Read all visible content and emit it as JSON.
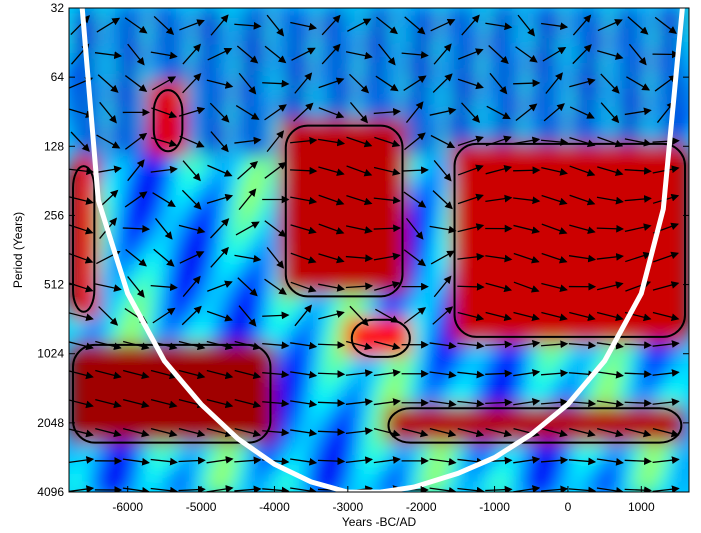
{
  "chart_data": {
    "type": "heatmap",
    "subtype": "wavelet-coherence",
    "xlabel": "Years -BC/AD",
    "ylabel": "Period (Years)",
    "xlim": [
      -6800,
      1650
    ],
    "ylim": [
      32,
      4096
    ],
    "y_scale": "log2",
    "x_ticks": [
      -6000,
      -5000,
      -4000,
      -3000,
      -2000,
      -1000,
      0,
      1000
    ],
    "x_tick_labels": [
      "-6000",
      "-5000",
      "-4000",
      "-3000",
      "-2000",
      "-1000",
      "0",
      "1000"
    ],
    "y_ticks": [
      32,
      64,
      128,
      256,
      512,
      1024,
      2048,
      4096
    ],
    "y_tick_labels": [
      "32",
      "64",
      "128",
      "256",
      "512",
      "1024",
      "2048",
      "4096"
    ],
    "colormap": "jet",
    "colorscale": [
      "#00008f",
      "#0000ff",
      "#00ffff",
      "#ffff00",
      "#ff0000",
      "#800000"
    ],
    "high_regions": [
      {
        "x": [
          -6800,
          -4000
        ],
        "period": [
          900,
          2600
        ],
        "value": 0.95
      },
      {
        "x": [
          -6800,
          -6400
        ],
        "period": [
          150,
          700
        ],
        "value": 0.85
      },
      {
        "x": [
          -3900,
          -2200
        ],
        "period": [
          100,
          600
        ],
        "value": 0.9
      },
      {
        "x": [
          -5700,
          -5200
        ],
        "period": [
          70,
          140
        ],
        "value": 0.85
      },
      {
        "x": [
          -1600,
          1650
        ],
        "period": [
          120,
          900
        ],
        "value": 0.88
      },
      {
        "x": [
          -2500,
          1600
        ],
        "period": [
          1700,
          2600
        ],
        "value": 0.92
      },
      {
        "x": [
          -3000,
          -2100
        ],
        "period": [
          700,
          1100
        ],
        "value": 0.8
      }
    ],
    "cone_of_influence": {
      "x": [
        -6620,
        -6400,
        -6000,
        -5500,
        -5000,
        -4500,
        -4000,
        -3500,
        -3000,
        -2550,
        -2100,
        -1500,
        -1000,
        -500,
        0,
        500,
        1000,
        1300,
        1560
      ],
      "period": [
        32,
        220,
        560,
        1100,
        1700,
        2400,
        3100,
        3700,
        4100,
        4096,
        3900,
        3400,
        2900,
        2300,
        1700,
        1100,
        560,
        240,
        32
      ]
    },
    "phase_arrows": "right-pointing (in-phase) dominant at long periods; mixed orientation at short periods",
    "grid": false
  }
}
